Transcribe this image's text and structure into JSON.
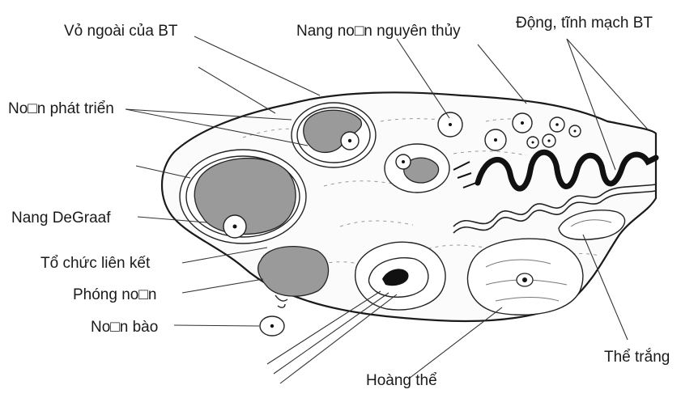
{
  "labels": {
    "vo_ngoai": "Vỏ ngoài của BT",
    "nang_nguyen_thuy": "Nang no□n nguyên thủy",
    "dong_tinh_mach": "Động, tĩnh mạch BT",
    "noan_phat_trien": "No□n phát triển",
    "nang_degraaf": "Nang DeGraaf",
    "to_chuc_lien_ket": "Tổ chức liên kết",
    "phong_noan": "Phóng no□n",
    "noan_bao": "No□n bào",
    "the_trang": "Thể trắng",
    "hoang_the": "Hoàng thể"
  }
}
